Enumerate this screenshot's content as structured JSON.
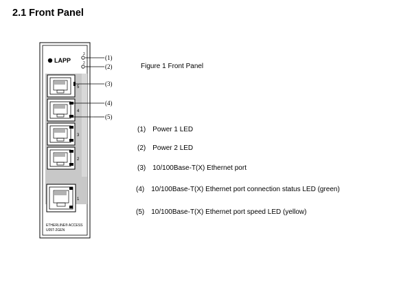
{
  "heading": "2.1 Front Panel",
  "figure": {
    "caption": "Figure 1 Front Panel",
    "brand_logo": "LAPP",
    "device_label_line1": "ETHERLINE® ACCESS",
    "device_label_line2": "U05T-2GEN",
    "led_marks": [
      "P1",
      "P2"
    ],
    "port_numbers": [
      "5",
      "4",
      "3",
      "2",
      "1"
    ],
    "callouts": [
      "(1)",
      "(2)",
      "(3)",
      "(4)",
      "(5)"
    ]
  },
  "descriptions": [
    {
      "num": "(1)",
      "text": "Power 1 LED"
    },
    {
      "num": "(2)",
      "text": "Power 2 LED"
    },
    {
      "num": "(3)",
      "text": "10/100Base-T(X) Ethernet port"
    },
    {
      "num": "(4)",
      "text": "10/100Base-T(X) Ethernet port connection status LED (green)"
    },
    {
      "num": "(5)",
      "text": "10/100Base-T(X) Ethernet port speed LED (yellow)"
    }
  ]
}
